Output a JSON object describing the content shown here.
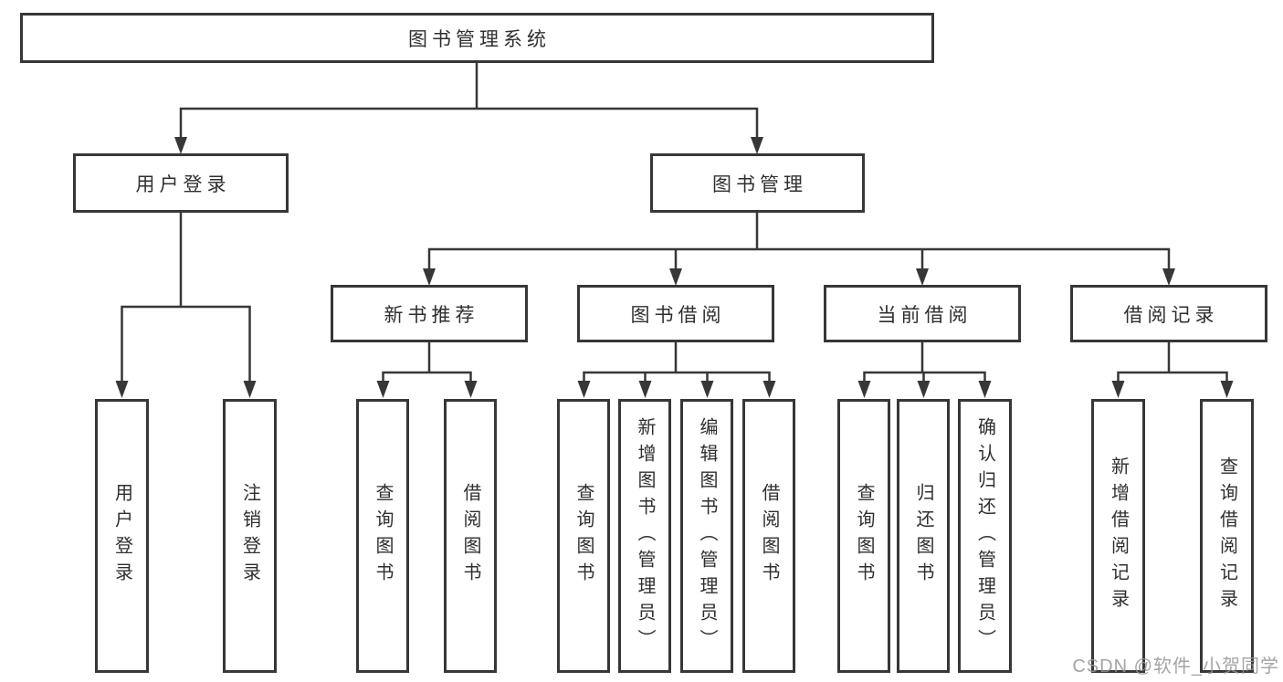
{
  "colors": {
    "line": "#373737",
    "box_border": "#373737",
    "text": "#2f2f2f",
    "background": "#ffffff",
    "watermark": "#949494"
  },
  "tree": {
    "label": "图书管理系统",
    "children": [
      {
        "label": "用户登录",
        "children": [
          {
            "label": "用户登录"
          },
          {
            "label": "注销登录"
          }
        ]
      },
      {
        "label": "图书管理",
        "children": [
          {
            "label": "新书推荐",
            "children": [
              {
                "label": "查询图书"
              },
              {
                "label": "借阅图书"
              }
            ]
          },
          {
            "label": "图书借阅",
            "children": [
              {
                "label": "查询图书"
              },
              {
                "label": "新增图书（管理员）"
              },
              {
                "label": "编辑图书（管理员）"
              },
              {
                "label": "借阅图书"
              }
            ]
          },
          {
            "label": "当前借阅",
            "children": [
              {
                "label": "查询图书"
              },
              {
                "label": "归还图书"
              },
              {
                "label": "确认归还（管理员）"
              }
            ]
          },
          {
            "label": "借阅记录",
            "children": [
              {
                "label": "新增借阅记录"
              },
              {
                "label": "查询借阅记录"
              }
            ]
          }
        ]
      }
    ]
  },
  "watermark": {
    "text": "CSDN @软件_小贺同学"
  }
}
